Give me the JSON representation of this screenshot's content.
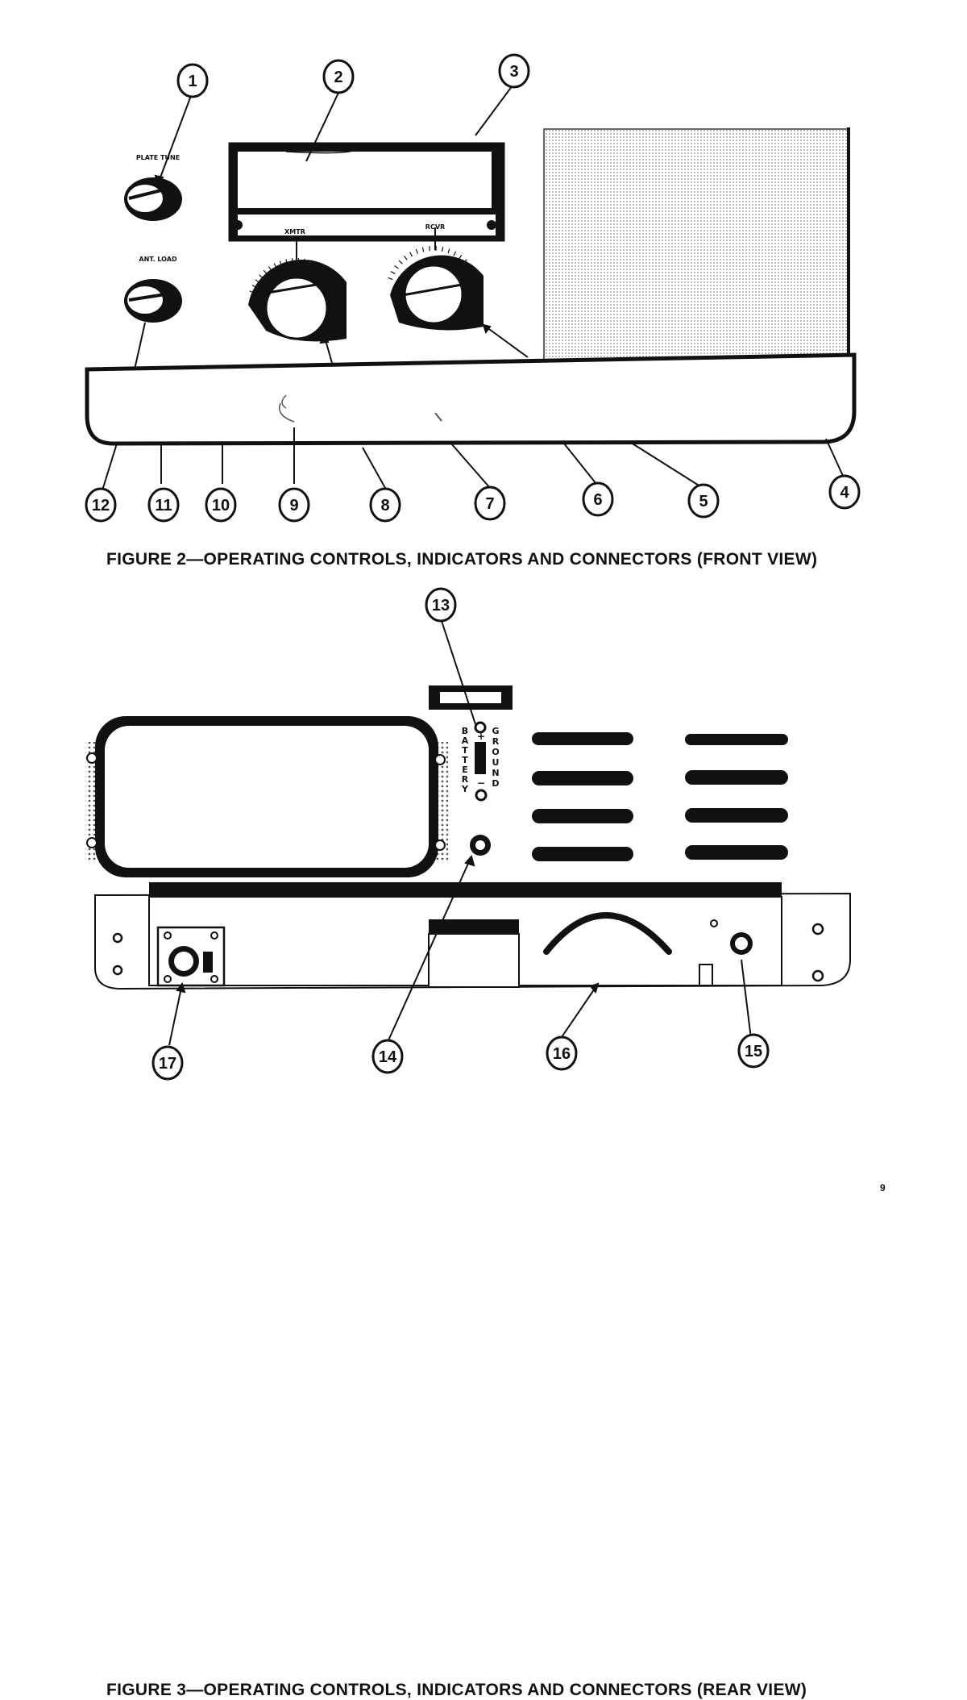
{
  "figure2": {
    "caption": "FIGURE 2—OPERATING CONTROLS, INDICATORS AND CONNECTORS (FRONT VIEW)",
    "panel_labels": {
      "plate_tune": "PLATE TUNE",
      "ant_load": "ANT. LOAD",
      "xmtr": "XMTR",
      "rcvr": "RCVR"
    },
    "callouts": [
      "1",
      "2",
      "3",
      "4",
      "5",
      "6",
      "7",
      "8",
      "9",
      "10",
      "11",
      "12"
    ]
  },
  "figure3": {
    "caption": "FIGURE 3—OPERATING CONTROLS, INDICATORS AND CONNECTORS (REAR VIEW)",
    "panel_labels": {
      "battery": "BATTERY",
      "ground": "GROUND",
      "plus": "+",
      "minus": "−"
    },
    "callouts": [
      "13",
      "14",
      "15",
      "16",
      "17"
    ]
  },
  "page_number": "9",
  "colors": {
    "ink": "#111111",
    "paper": "#ffffff",
    "speaker_dot": "#9a9a9a"
  }
}
